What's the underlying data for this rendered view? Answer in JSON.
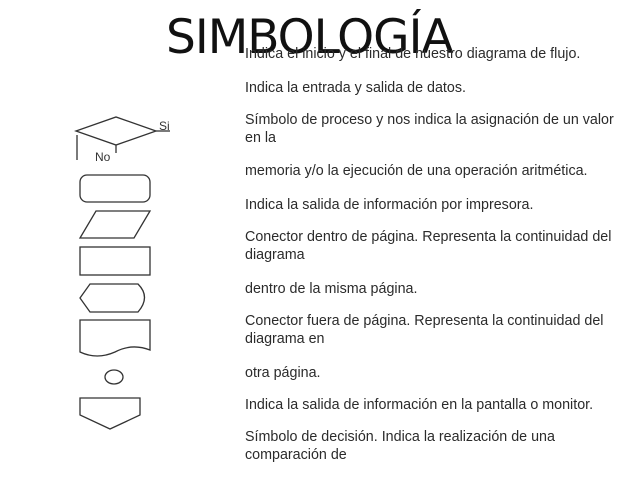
{
  "slide": {
    "title": "SIMBOLOGÍA",
    "descriptions": [
      "Indica el inicio y el final de nuestro diagrama de flujo.",
      "Indica la entrada y salida de datos.",
      "Símbolo de proceso y nos indica la asignación de un valor en la",
      "memoria y/o la ejecución de una operación aritmética.",
      "Indica la salida de información por impresora.",
      "Conector dentro de página. Representa la continuidad del diagrama",
      "dentro de la misma página.",
      "Conector fuera de página. Representa la continuidad del diagrama en",
      "otra página.",
      "Indica la salida de información en la pantalla o monitor.",
      "Símbolo de decisión. Indica la realización de una comparación de"
    ],
    "decision_labels": {
      "yes": "Si",
      "no": "No"
    },
    "symbols": [
      "decision-symbol",
      "terminal-symbol",
      "data-symbol",
      "process-symbol",
      "display-symbol",
      "document-symbol",
      "connector-symbol",
      "offpage-connector-symbol"
    ]
  }
}
